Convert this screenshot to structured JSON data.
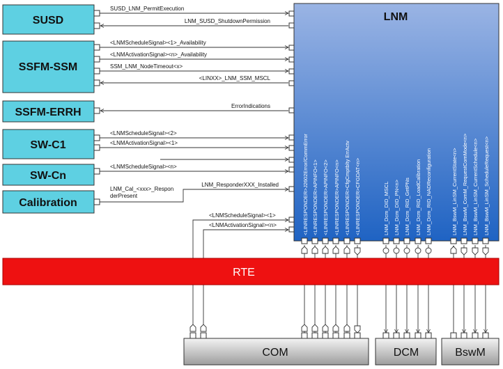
{
  "modules": {
    "susd": "SUSD",
    "ssfm_ssm": "SSFM-SSM",
    "ssfm_errh": "SSFM-ERRH",
    "swc1": "SW-C1",
    "swcn": "SW-Cn",
    "calibration": "Calibration",
    "lnm": "LNM",
    "rte": "RTE",
    "com": "COM",
    "dcm": "DCM",
    "bswm": "BswM"
  },
  "signals": {
    "susd_permit": "SUSD_LNM_PermitExecution",
    "susd_shutdown": "LNM_SUSD_ShutdownPermission",
    "ssm_sched_avail": "<LNMScheduleSignal><1>_Availability",
    "ssm_activ_avail": "<LNMActivationSignal><n>_Availability",
    "ssm_node_timeout": "SSM_LNM_NodeTimeout<x>",
    "ssm_mscl": "<LINXX>_LNM_SSM_MSCL",
    "errh_indications": "ErrorIndications",
    "swc1_sched": "<LNMScheduleSignal><2>",
    "swc1_activ": "<LNMActivationSignal><1>",
    "swcn_sched": "<LNMScheduleSignal><n>",
    "cal_line1": "LNM_Cal_<xxx>_Respon",
    "cal_line2": "derPresent",
    "responder_installed": "LNM_ResponderXXX_Installed",
    "com_sched": "<LNMScheduleSignal><1>",
    "com_activ": "<LNMActivationSignal><n>"
  },
  "vertical_ports": [
    "<LINRESPONDER>J2602Error/CommError",
    "<LINRESPONDER>APINFO<1>",
    "<LINRESPONDER>APINFO<2>",
    "<LINRESPONDER>APINFO<n>",
    "<LINRESPONDER>CfgCmptblty ErrActv",
    "<LINRESPONDER>CFGDAT<n>",
    "LNM_Dcm_DID_MSCL",
    "LNM_Dcm_DID_PN<n>",
    "LNM_Dcm_RID_GetPNs",
    "LNM_Dcm_RID_LoadCalibration",
    "LNM_Dcm_RID_NADReconfiguration",
    "LNM_BswM_LinSM_CurrentState<n>",
    "LNM_BswM_ComM_RequestComMode<n>",
    "LNM_BswM_LinSM_CurrentSchedule<n>",
    "LNM_BswM_LinSM_ScheduleRequest<n>"
  ],
  "colors": {
    "module_fill": "#5ed0e2",
    "lnm_top": "#9ab4e4",
    "lnm_bottom": "#1f63c3",
    "rte": "#ee1111",
    "bsw_top": "#f3f3f3",
    "bsw_bottom": "#9d9d9d"
  }
}
